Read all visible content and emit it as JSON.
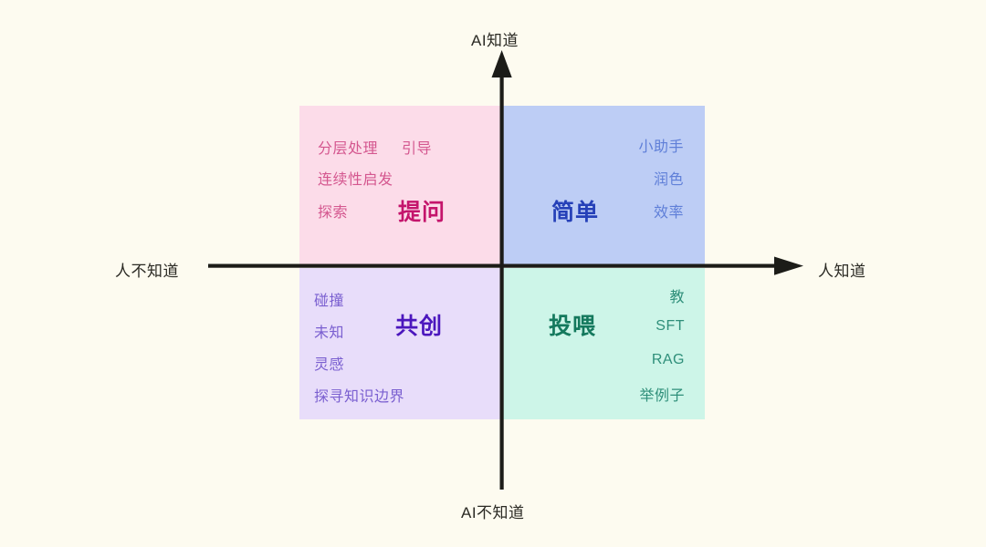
{
  "chart_data": {
    "type": "scatter",
    "title": "",
    "xlabel": "",
    "ylabel": "",
    "axes": {
      "x_negative_label": "人不知道",
      "x_positive_label": "人知道",
      "y_positive_label": "AI知道",
      "y_negative_label": "AI不知道"
    },
    "quadrants": [
      {
        "id": "top-left",
        "title": "提问",
        "fill": "#fcdce9",
        "title_color": "#c4156c",
        "tag_color": "#d4578f",
        "tags": [
          "分层处理",
          "引导",
          "连续性启发",
          "探索"
        ]
      },
      {
        "id": "top-right",
        "title": "简单",
        "fill": "#bdcdf5",
        "title_color": "#2540b8",
        "tag_color": "#5f7fd8",
        "tags": [
          "小助手",
          "润色",
          "效率"
        ]
      },
      {
        "id": "bottom-left",
        "title": "共创",
        "fill": "#e8ddfa",
        "title_color": "#4b16bd",
        "tag_color": "#7a5fd0",
        "tags": [
          "碰撞",
          "未知",
          "灵感",
          "探寻知识边界"
        ]
      },
      {
        "id": "bottom-right",
        "title": "投喂",
        "fill": "#cdf5e8",
        "title_color": "#14795d",
        "tag_color": "#2f8f7a",
        "tags": [
          "教",
          "SFT",
          "RAG",
          "举例子"
        ]
      }
    ],
    "background_color": "#fdfbf0",
    "axis_color": "#1c1c18",
    "legend": "none",
    "grid": false
  },
  "axes": {
    "y_top_label": "AI知道",
    "y_bottom_label": "AI不知道",
    "x_left_label": "人不知道",
    "x_right_label": "人知道"
  },
  "quadrant_tl": {
    "title": "提问",
    "tag_0": "分层处理",
    "tag_1": "引导",
    "tag_2": "连续性启发",
    "tag_3": "探索"
  },
  "quadrant_tr": {
    "title": "简单",
    "tag_0": "小助手",
    "tag_1": "润色",
    "tag_2": "效率"
  },
  "quadrant_bl": {
    "title": "共创",
    "tag_0": "碰撞",
    "tag_1": "未知",
    "tag_2": "灵感",
    "tag_3": "探寻知识边界"
  },
  "quadrant_br": {
    "title": "投喂",
    "tag_0": "教",
    "tag_1": "SFT",
    "tag_2": "RAG",
    "tag_3": "举例子"
  }
}
